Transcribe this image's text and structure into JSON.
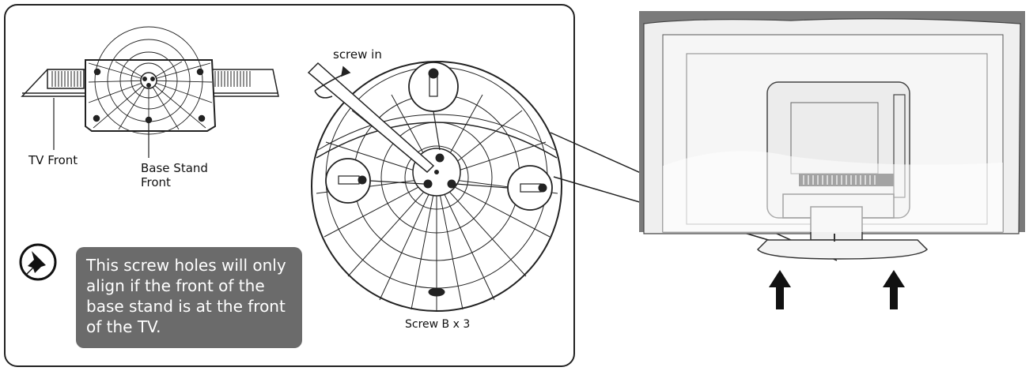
{
  "labels": {
    "tv_front": "TV Front",
    "base_stand_front_line1": "Base Stand",
    "base_stand_front_line2": "Front",
    "screw_in": "screw in",
    "screw_count": "Screw B x 3"
  },
  "note": {
    "icon": "pushpin-icon",
    "lines": [
      "This screw holes will only",
      "align if the front of the",
      "base stand is at the front",
      "of the TV."
    ]
  },
  "colors": {
    "note_background": "#6b6b6b",
    "note_text": "#ffffff",
    "line_art": "#222222",
    "wall_shading": "#7a7a7a",
    "tv_body": "#efefef"
  }
}
